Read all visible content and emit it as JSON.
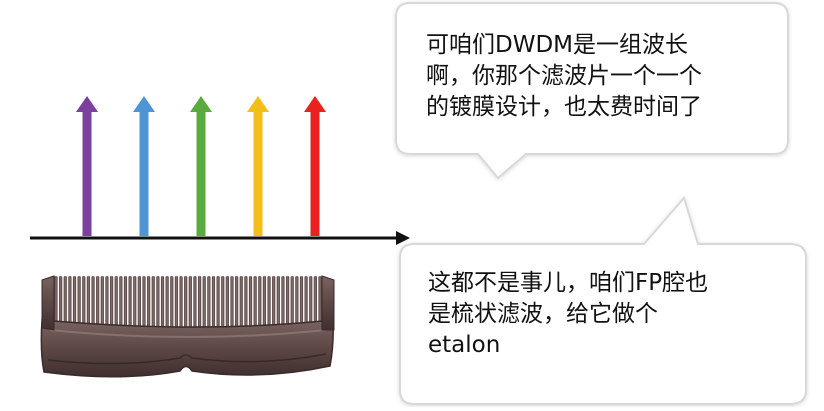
{
  "arrows": [
    {
      "color": "#7b3f9e",
      "label": "purple-arrow"
    },
    {
      "color": "#4f95d6",
      "label": "blue-arrow"
    },
    {
      "color": "#5aab3f",
      "label": "green-arrow"
    },
    {
      "color": "#f2be1a",
      "label": "yellow-arrow"
    },
    {
      "color": "#e8231f",
      "label": "red-arrow"
    }
  ],
  "bubble1": {
    "lines": [
      "可咱们DWDM是一组波长",
      "啊，你那个滤波片一个一个",
      "的镀膜设计，也太费时间了"
    ]
  },
  "bubble2": {
    "lines": [
      "这都不是事儿，咱们FP腔也",
      "是梳状滤波，给它做个",
      "etalon"
    ]
  },
  "colors": {
    "axis": "#111111",
    "bubble_border": "#d8d8d8",
    "comb": "#5c4745"
  }
}
